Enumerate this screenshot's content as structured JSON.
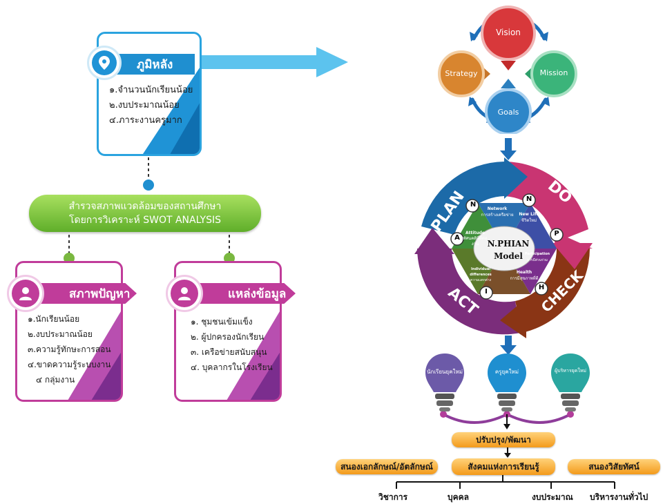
{
  "background_box": {
    "title": "ภูมิหลัง",
    "items": [
      "๑.จำนวนนักเรียนน้อย",
      "๒.งบประมาณน้อย",
      "๔.ภาระงานครูมาก"
    ]
  },
  "survey_banner": {
    "line1": "สำรวจสภาพแวดล้อมของสถานศึกษา",
    "line2": "โดยการวิเคราะห์ SWOT ANALYSIS"
  },
  "problems_box": {
    "title": "สภาพปัญหา",
    "items": [
      "๑.นักเรียนน้อย",
      "๒.งบประมาณน้อย",
      "๓.ความรู้ทักษะการสอน",
      "๔.ขาดความรู้ระบบงาน",
      "๔ กลุ่มงาน"
    ]
  },
  "sources_box": {
    "title": "แหล่งข้อมูล",
    "items": [
      "๑. ชุมชนเข้มแข็ง",
      "๒. ผู้ปกครองนักเรียน",
      "๓. เครือข่ายสนับสนุน",
      "๔. บุคลากรในโรงเรียน"
    ]
  },
  "strategy_cycle": {
    "vision": "Vision",
    "mission": "Mission",
    "strategy": "Strategy",
    "goals": "Goals"
  },
  "pdca": {
    "plan": "PLAN",
    "do": "DO",
    "check": "CHECK",
    "act": "ACT",
    "center_title": "N.PHIAN",
    "center_subtitle": "Model",
    "segments": [
      {
        "letter": "N",
        "en": "Network",
        "th": "การสร้างเครือข่าย"
      },
      {
        "letter": "N",
        "en": "New Life",
        "th": "ชีวิตใหม่"
      },
      {
        "letter": "P",
        "en": "Participation",
        "th": "การมีส่วนร่วม"
      },
      {
        "letter": "H",
        "en": "Health",
        "th": "การมีสุขภาพที่ดี"
      },
      {
        "letter": "I",
        "en": "Individual differences",
        "th": "ความแตกต่าง"
      },
      {
        "letter": "A",
        "en": "Attitude",
        "th": "ทัศนคติที่ดีต่องาน"
      }
    ]
  },
  "bulbs": [
    {
      "label": "นักเรียนยุคใหม่",
      "color": "#6c5aa8"
    },
    {
      "label": "ครูยุคใหม่",
      "color": "#1f8fd0"
    },
    {
      "label": "ผู้บริหารยุคใหม่",
      "color": "#2aa6a0"
    }
  ],
  "outcomes": {
    "improve": "ปรับปรุง/พัฒนา",
    "learning_society": "สังคมแห่งการเรียนรู้",
    "identity": "สนองเอกลักษณ์/อัตลักษณ์",
    "vision_response": "สนองวิสัยทัศน์"
  },
  "categories": [
    "วิชาการ",
    "บุคคล",
    "งบประมาณ",
    "บริหารงานทั่วไป"
  ]
}
